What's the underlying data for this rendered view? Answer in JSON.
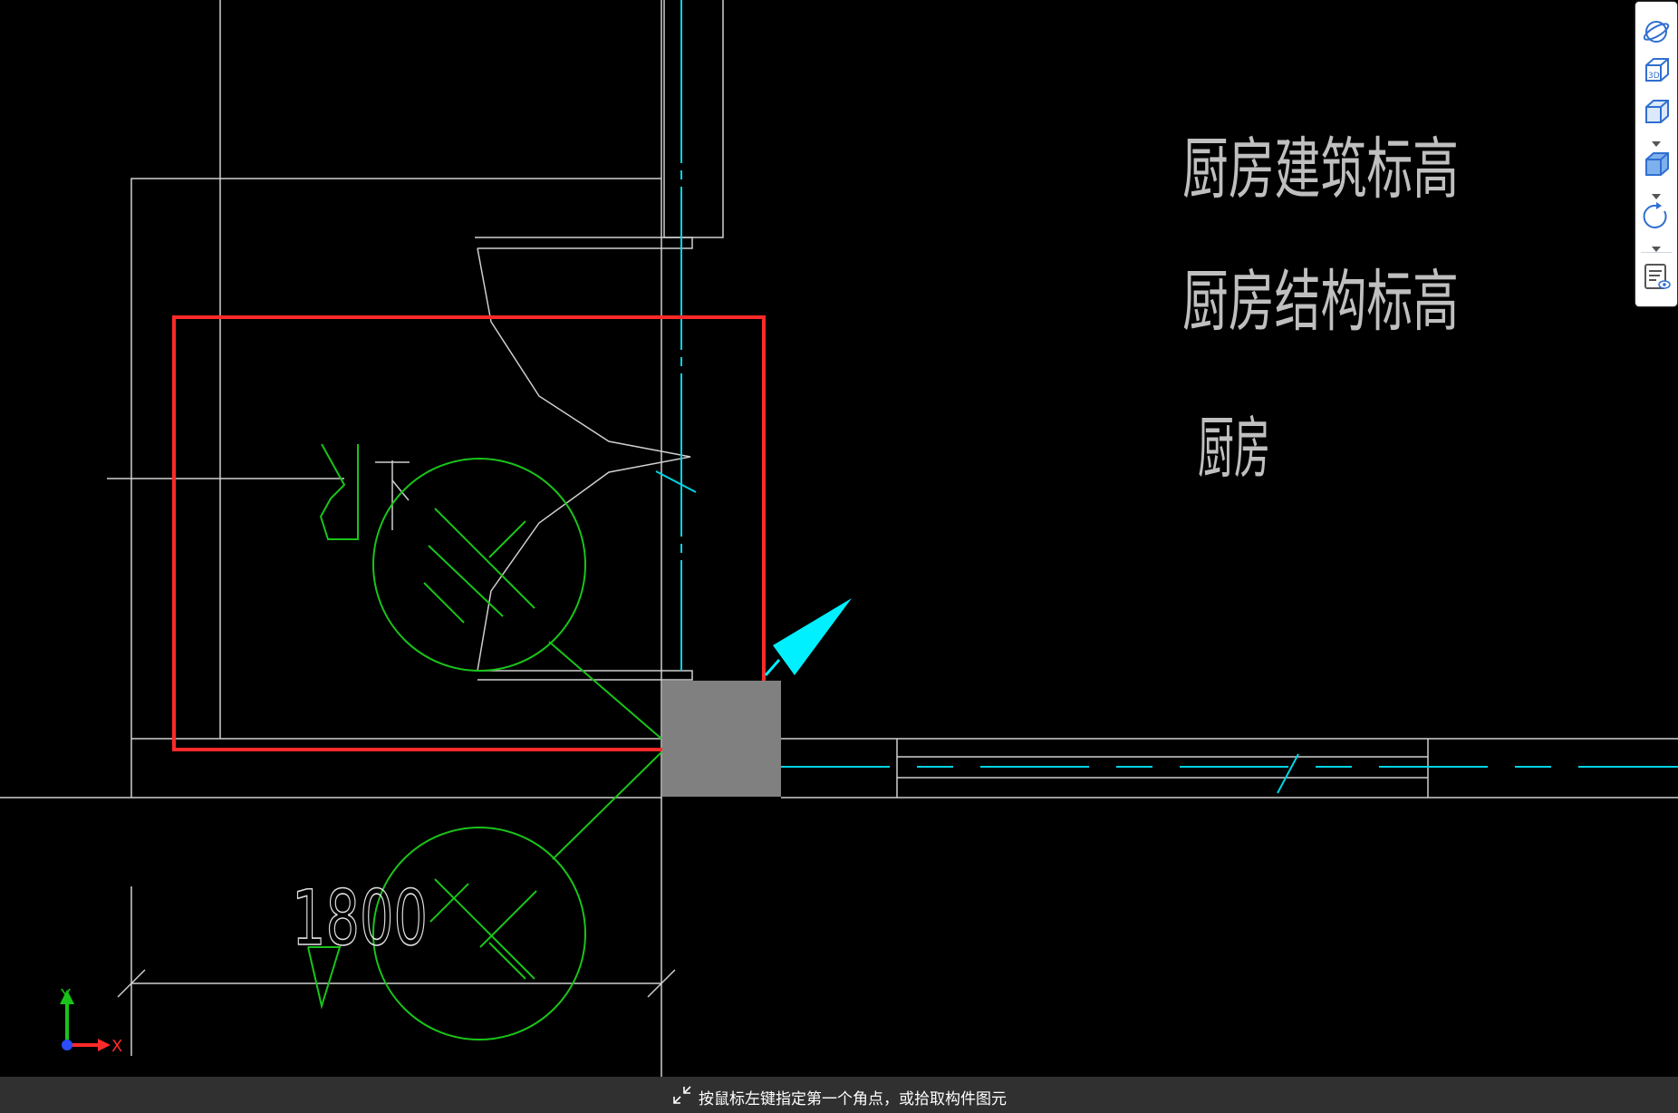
{
  "drawing": {
    "labels": {
      "kitchen_arch_elev": "厨房建筑标高",
      "kitchen_struct_elev": "厨房结构标高",
      "kitchen": "厨房",
      "dimension": "1800",
      "down_char": "下"
    },
    "axis": {
      "x": "X",
      "y": "Y"
    },
    "colors": {
      "background": "#000000",
      "lines": "#cfcfcf",
      "axis_lines": "#00d5e6",
      "symbols": "#19c419",
      "selection": "#ff2a2a",
      "grip": "#808080",
      "arrow": "#00f0ff"
    }
  },
  "toolbar": {
    "items": [
      {
        "icon": "orbit-icon"
      },
      {
        "icon": "3d-view-icon",
        "text": "3D"
      },
      {
        "icon": "cube-view-icon"
      },
      {
        "icon": "cube-solid-icon"
      },
      {
        "icon": "rotate-icon"
      },
      {
        "icon": "display-settings-icon"
      }
    ]
  },
  "status": {
    "prompt": "按鼠标左键指定第一个角点，或拾取构件图元"
  }
}
